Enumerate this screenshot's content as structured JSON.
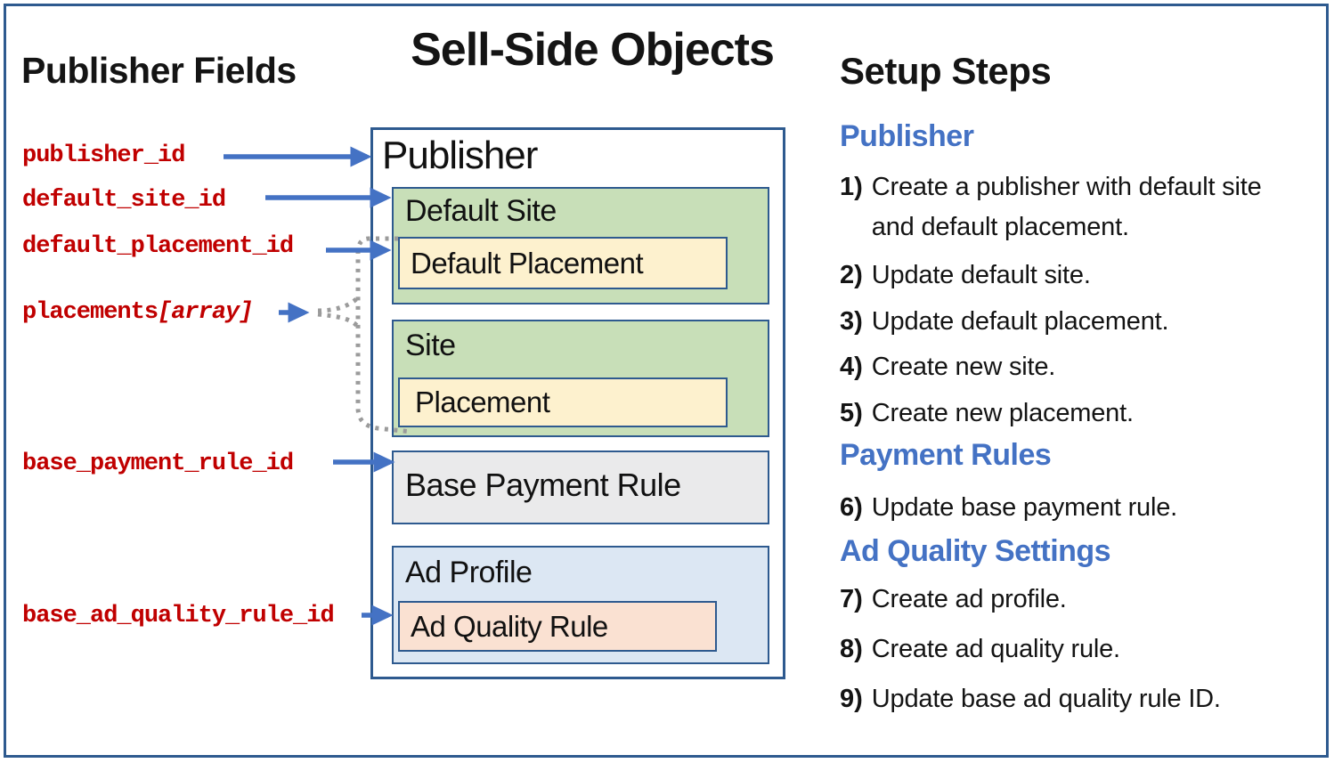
{
  "left_panel": {
    "title": "Publisher Fields",
    "field_color": "#C00000",
    "fields": [
      {
        "name": "publisher_id",
        "suffix": ""
      },
      {
        "name": "default_site_id",
        "suffix": ""
      },
      {
        "name": "default_placement_id",
        "suffix": ""
      },
      {
        "name": "placements",
        "suffix": "[array]"
      },
      {
        "name": "base_payment_rule_id",
        "suffix": ""
      },
      {
        "name": "base_ad_quality_rule_id",
        "suffix": ""
      }
    ]
  },
  "diagram": {
    "title": "Sell-Side Objects",
    "border_color": "#2E5A8F",
    "arrow_color": "#4472C4",
    "dotted_connector_color": "#9B9B9B",
    "publisher": {
      "label": "Publisher",
      "default_site": {
        "label": "Default Site",
        "fill": "#C8DFB8"
      },
      "default_placement": {
        "label": "Default Placement",
        "fill": "#FDF1CE"
      },
      "site": {
        "label": "Site",
        "fill": "#C8DFB8"
      },
      "placement": {
        "label": "Placement",
        "fill": "#FDF1CE"
      },
      "base_payment_rule": {
        "label": "Base Payment Rule",
        "fill": "#EAEAEB"
      },
      "ad_profile": {
        "label": "Ad Profile",
        "fill": "#DCE7F3"
      },
      "ad_quality_rule": {
        "label": "Ad Quality Rule",
        "fill": "#FAE1D2"
      }
    }
  },
  "right_panel": {
    "title": "Setup Steps",
    "heading_color": "#4472C4",
    "sections": [
      {
        "heading": "Publisher",
        "steps": [
          {
            "num": "1)",
            "text": "Create a publisher with default site and default placement."
          },
          {
            "num": "2)",
            "text": "Update default site."
          },
          {
            "num": "3)",
            "text": "Update default placement."
          },
          {
            "num": "4)",
            "text": "Create new site."
          },
          {
            "num": "5)",
            "text": "Create new placement."
          }
        ]
      },
      {
        "heading": "Payment Rules",
        "steps": [
          {
            "num": "6)",
            "text": "Update base payment rule."
          }
        ]
      },
      {
        "heading": "Ad Quality Settings",
        "steps": [
          {
            "num": "7)",
            "text": "Create ad profile."
          },
          {
            "num": "8)",
            "text": "Create ad quality rule."
          },
          {
            "num": "9)",
            "text": "Update base ad quality rule ID."
          }
        ]
      }
    ]
  }
}
